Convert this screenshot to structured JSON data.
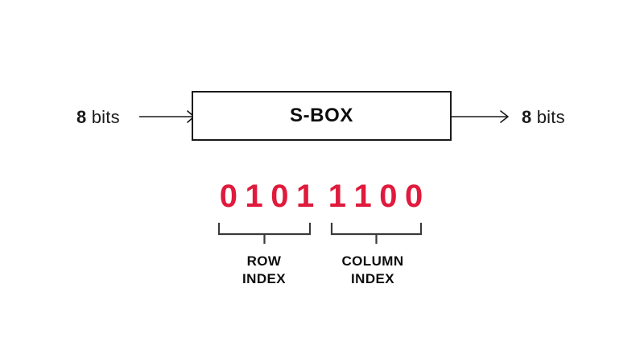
{
  "diagram": {
    "title": "S-BOX 8-bit input/output with row and column index split",
    "input": {
      "value": "8",
      "unit": "bits",
      "arrow": "arrow-right"
    },
    "output": {
      "value": "8",
      "unit": "bits",
      "arrow": "arrow-right"
    },
    "box": {
      "label": "S-BOX",
      "border_color": "#1a1a1a",
      "fill_color": "#ffffff"
    },
    "bits": {
      "color": "#e01a3c",
      "sequence": [
        "0",
        "1",
        "0",
        "1",
        "1",
        "1",
        "0",
        "0"
      ],
      "string": "01011100"
    },
    "groups": [
      {
        "name": "row-index",
        "label_line1": "ROW",
        "label_line2": "INDEX",
        "label": "ROW\nINDEX",
        "bits": "0101",
        "bit_indices": [
          0,
          1,
          2,
          3
        ]
      },
      {
        "name": "column-index",
        "label_line1": "COLUMN",
        "label_line2": "INDEX",
        "label": "COLUMN\nINDEX",
        "bits": "1100",
        "bit_indices": [
          4,
          5,
          6,
          7
        ]
      }
    ],
    "colors": {
      "accent_red": "#e01a3c",
      "ink": "#1a1a1a",
      "background": "#ffffff"
    }
  }
}
